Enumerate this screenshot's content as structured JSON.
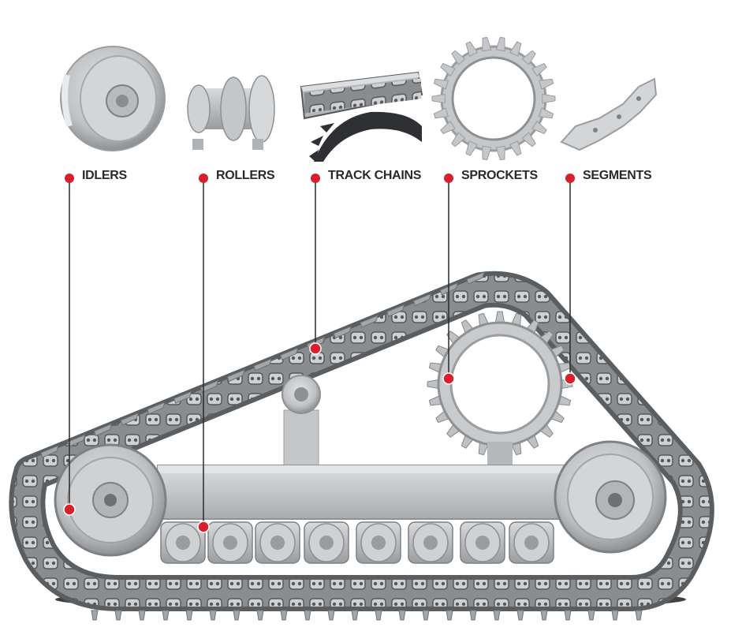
{
  "labels": {
    "idlers": "IDLERS",
    "rollers": "ROLLERS",
    "track_chains": "TRACK CHAINS",
    "sprockets": "SPROCKETS",
    "segments": "SEGMENTS"
  },
  "colors": {
    "accent": "#d7202c",
    "metal": "#c9cbcd",
    "metal_dark": "#8e9194",
    "track": "#6e7174",
    "text": "#2a2a2a"
  }
}
